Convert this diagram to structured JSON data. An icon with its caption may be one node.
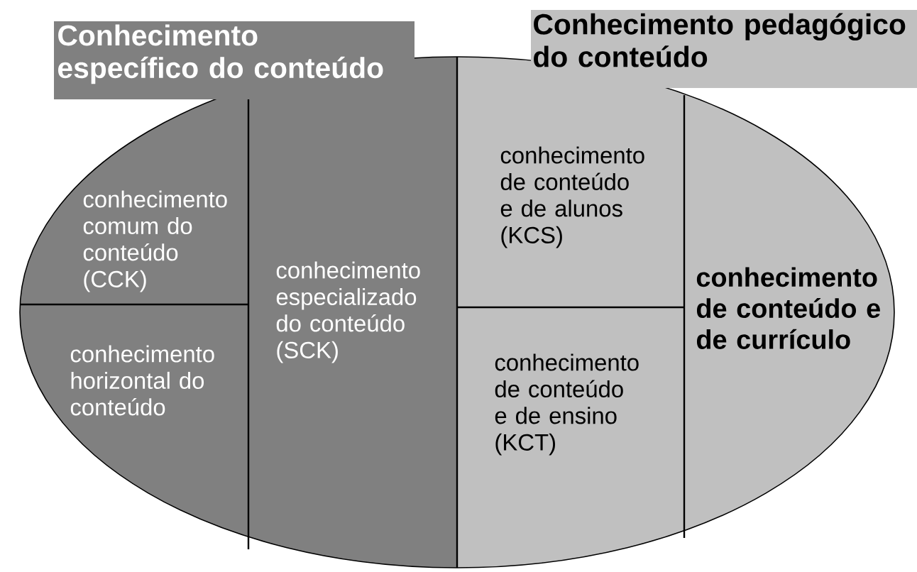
{
  "diagram": {
    "nodes": [
      {
        "text": [
          "Conhecimento específico do conteúdo"
        ]
      },
      {
        "text": [
          "Conhecimento pedagógico do conteúdo"
        ]
      },
      {
        "text": [
          "conhecimento comum do conteúdo (CCK)"
        ]
      },
      {
        "text": [
          "conhecimento horizontal do conteúdo"
        ]
      },
      {
        "text": [
          "conhecimento especializado do conteúdo (SCK)"
        ]
      },
      {
        "text": [
          "conhecimento de conteúdo e de alunos (KCS)"
        ]
      },
      {
        "text": [
          "conhecimento de conteúdo e de ensino (KCT)"
        ]
      },
      {
        "text": [
          "conhecimento de conteúdo e de currículo"
        ]
      }
    ]
  }
}
